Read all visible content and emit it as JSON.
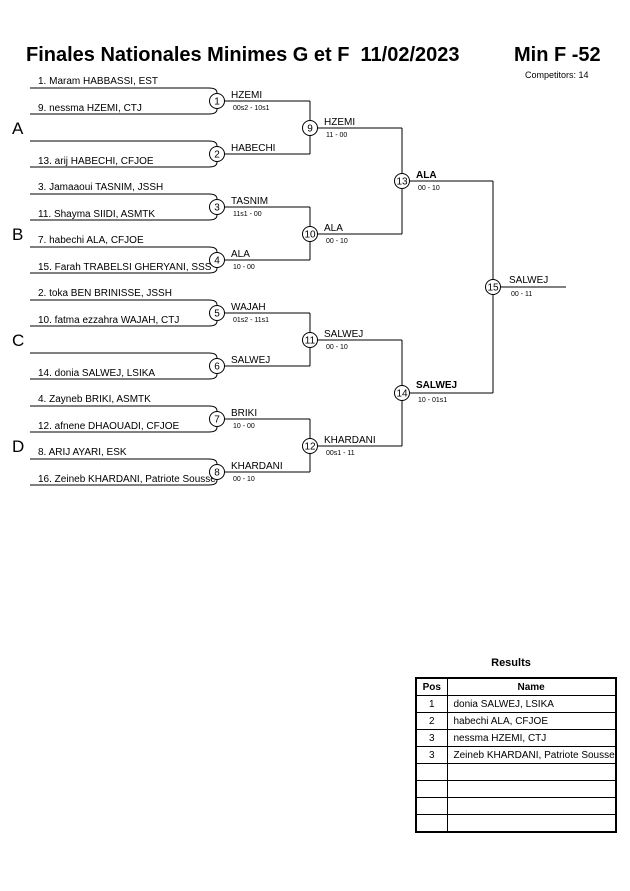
{
  "header": {
    "title": "Finales Nationales Minimes G et F  11/02/2023",
    "category": "Min F -52",
    "competitors": "Competitors: 14"
  },
  "groups": [
    "A",
    "B",
    "C",
    "D"
  ],
  "competitors": [
    "1. Maram HABBASSI, EST",
    "9. nessma HZEMI, CTJ",
    "13. arij HABECHI, CFJOE",
    "3. Jamaaoui TASNIM, JSSH",
    "11. Shayma SIIDI, ASMTK",
    "7. habechi ALA, CFJOE",
    "15. Farah TRABELSI GHERYANI, SSS",
    "2. toka BEN BRINISSE, JSSH",
    "10. fatma ezzahra WAJAH, CTJ",
    "14. donia SALWEJ, LSIKA",
    "4. Zayneb BRIKI, ASMTK",
    "12. afnene DHAOUADI, CFJOE",
    "8. ARIJ AYARI, ESK",
    "16. Zeineb KHARDANI, Patriote Sousse"
  ],
  "matches": [
    {
      "num": "1",
      "winner": "HZEMI",
      "score": "00s2 - 10s1"
    },
    {
      "num": "2",
      "winner": "HABECHI",
      "score": ""
    },
    {
      "num": "3",
      "winner": "TASNIM",
      "score": "11s1 - 00"
    },
    {
      "num": "4",
      "winner": "ALA",
      "score": "10 - 00"
    },
    {
      "num": "5",
      "winner": "WAJAH",
      "score": "01s2 - 11s1"
    },
    {
      "num": "6",
      "winner": "SALWEJ",
      "score": ""
    },
    {
      "num": "7",
      "winner": "BRIKI",
      "score": "10 - 00"
    },
    {
      "num": "8",
      "winner": "KHARDANI",
      "score": "00 - 10"
    },
    {
      "num": "9",
      "winner": "HZEMI",
      "score": "11 - 00"
    },
    {
      "num": "10",
      "winner": "ALA",
      "score": "00 - 10"
    },
    {
      "num": "11",
      "winner": "SALWEJ",
      "score": "00 - 10"
    },
    {
      "num": "12",
      "winner": "KHARDANI",
      "score": "00s1 - 11"
    },
    {
      "num": "13",
      "winner": "ALA",
      "score": "00 - 10"
    },
    {
      "num": "14",
      "winner": "SALWEJ",
      "score": "10 - 01s1"
    },
    {
      "num": "15",
      "winner": "SALWEJ",
      "score": "00 - 11"
    }
  ],
  "results": {
    "title": "Results",
    "headers": {
      "pos": "Pos",
      "name": "Name"
    },
    "rows": [
      {
        "pos": "1",
        "name": "donia SALWEJ, LSIKA"
      },
      {
        "pos": "2",
        "name": "habechi ALA, CFJOE"
      },
      {
        "pos": "3",
        "name": "nessma HZEMI, CTJ"
      },
      {
        "pos": "3",
        "name": "Zeineb KHARDANI, Patriote Sousse"
      },
      {
        "pos": "",
        "name": ""
      },
      {
        "pos": "",
        "name": ""
      },
      {
        "pos": "",
        "name": ""
      },
      {
        "pos": "",
        "name": ""
      }
    ]
  }
}
